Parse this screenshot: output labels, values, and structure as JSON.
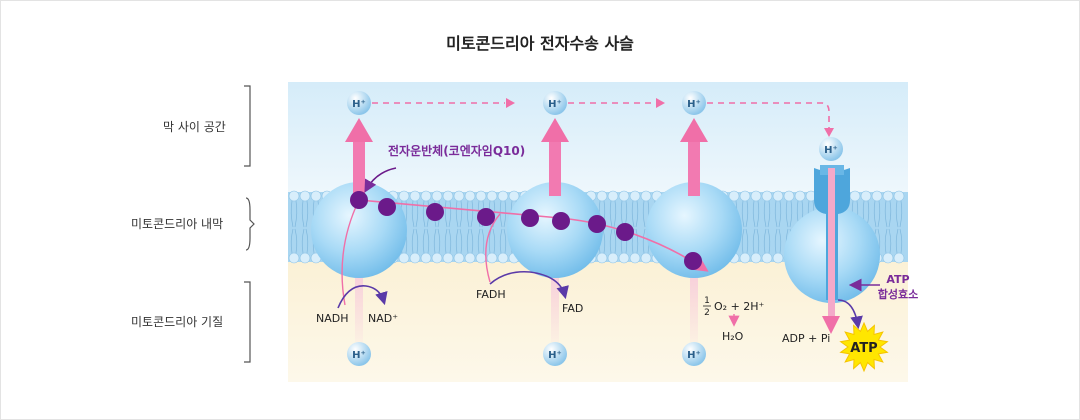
{
  "title": "미토콘드리아 전자수송 사슬",
  "regions": {
    "intermembrane": "막 사이 공간",
    "inner_membrane": "미토콘드리아 내막",
    "matrix": "미토콘드리아 기질"
  },
  "proton": "H⁺",
  "carrier_label": "전자운반체(코엔자임Q10)",
  "nadh": "NADH",
  "nad": "NAD⁺",
  "fadh": "FADH",
  "fad": "FAD",
  "oxygen": {
    "half_num": "1",
    "half_den": "2",
    "o2": "O₂ + 2H⁺",
    "water": "H₂O"
  },
  "synthase_label_1": "ATP",
  "synthase_label_2": "합성효소",
  "adp": "ADP + Pi",
  "atp": "ATP",
  "colors": {
    "membrane": "#9fd0ee",
    "complex": "#8ccbf0",
    "pink_arrow": "#f06fa8",
    "carrier": "#6b1a8a",
    "purple_label": "#7a2c9a",
    "proton": "#7ec2ee",
    "matrix_bg": "#fbf3dc",
    "top_bg": "#e6f3fb"
  }
}
